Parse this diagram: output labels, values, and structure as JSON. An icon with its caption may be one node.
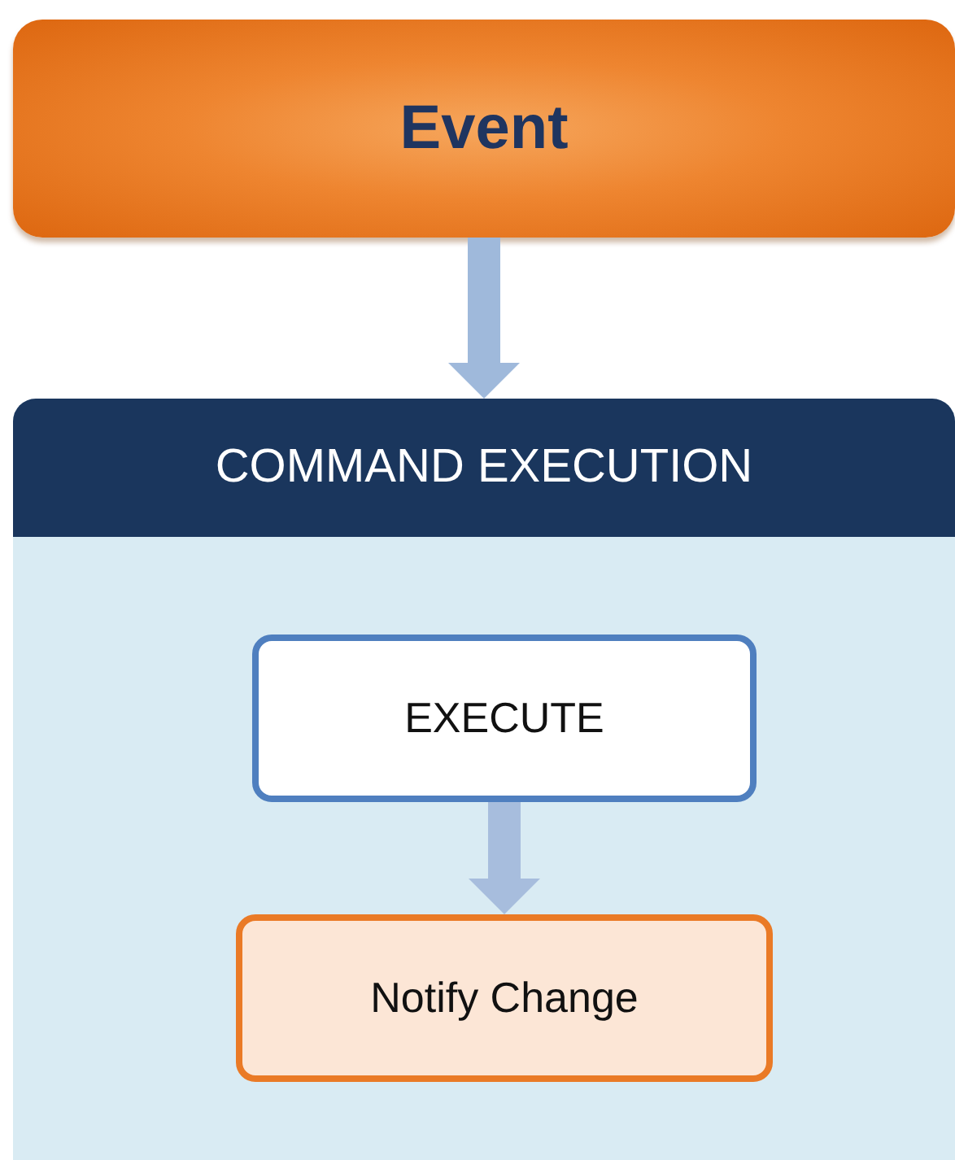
{
  "diagram": {
    "nodes": [
      {
        "text": [
          "Event"
        ]
      },
      {
        "text": [
          "COMMAND EXECUTION"
        ]
      },
      {
        "text": [
          "EXECUTE"
        ],
        "in": 1
      },
      {
        "text": [
          "Notify Change"
        ],
        "in": 1
      }
    ],
    "edges": [
      {
        "from": 0,
        "to": 1,
        "arrow": "to"
      },
      {
        "from": 2,
        "to": 3,
        "arrow": "to"
      }
    ]
  }
}
